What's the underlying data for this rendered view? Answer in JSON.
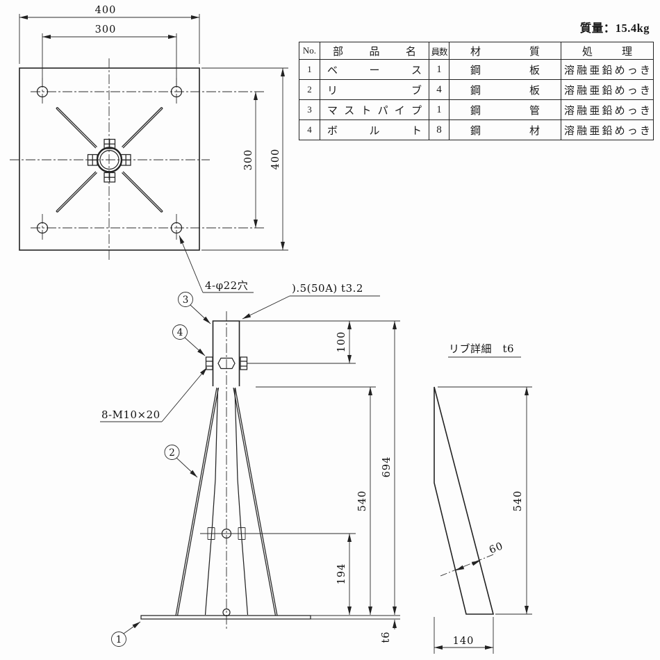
{
  "mass_label": "質量：15.4kg",
  "parts_table": {
    "headers": [
      "No.",
      "部品名",
      "員数",
      "材質",
      "処理"
    ],
    "rows": [
      {
        "no": "1",
        "name": "ベース",
        "qty": "1",
        "material": "鋼板",
        "treatment": "溶融亜鉛めっき"
      },
      {
        "no": "2",
        "name": "リブ",
        "qty": "4",
        "material": "鋼板",
        "treatment": "溶融亜鉛めっき"
      },
      {
        "no": "3",
        "name": "マストパイプ",
        "qty": "1",
        "material": "鋼管",
        "treatment": "溶融亜鉛めっき"
      },
      {
        "no": "4",
        "name": "ボルト",
        "qty": "8",
        "material": "鋼材",
        "treatment": "溶融亜鉛めっき"
      }
    ]
  },
  "plan_view": {
    "dim_outer_width": "400",
    "dim_bolt_span_w": "300",
    "dim_bolt_span_h": "300",
    "dim_outer_height": "400",
    "hole_callout": "4-φ22穴"
  },
  "elevation": {
    "pipe_callout": ").5(50A)  t3.2",
    "bolt_callout": "8-M10×20",
    "dim_top_offset": "100",
    "dim_overall": "694",
    "dim_rib_height": "540",
    "dim_bolt_height": "194",
    "dim_base_thickness": "t6",
    "balloons": {
      "base": "1",
      "rib": "2",
      "mast": "3",
      "bolt": "4"
    }
  },
  "rib_detail": {
    "title": "リブ詳細　t6",
    "dim_height": "540",
    "dim_width": "140",
    "dim_cut": "60"
  }
}
